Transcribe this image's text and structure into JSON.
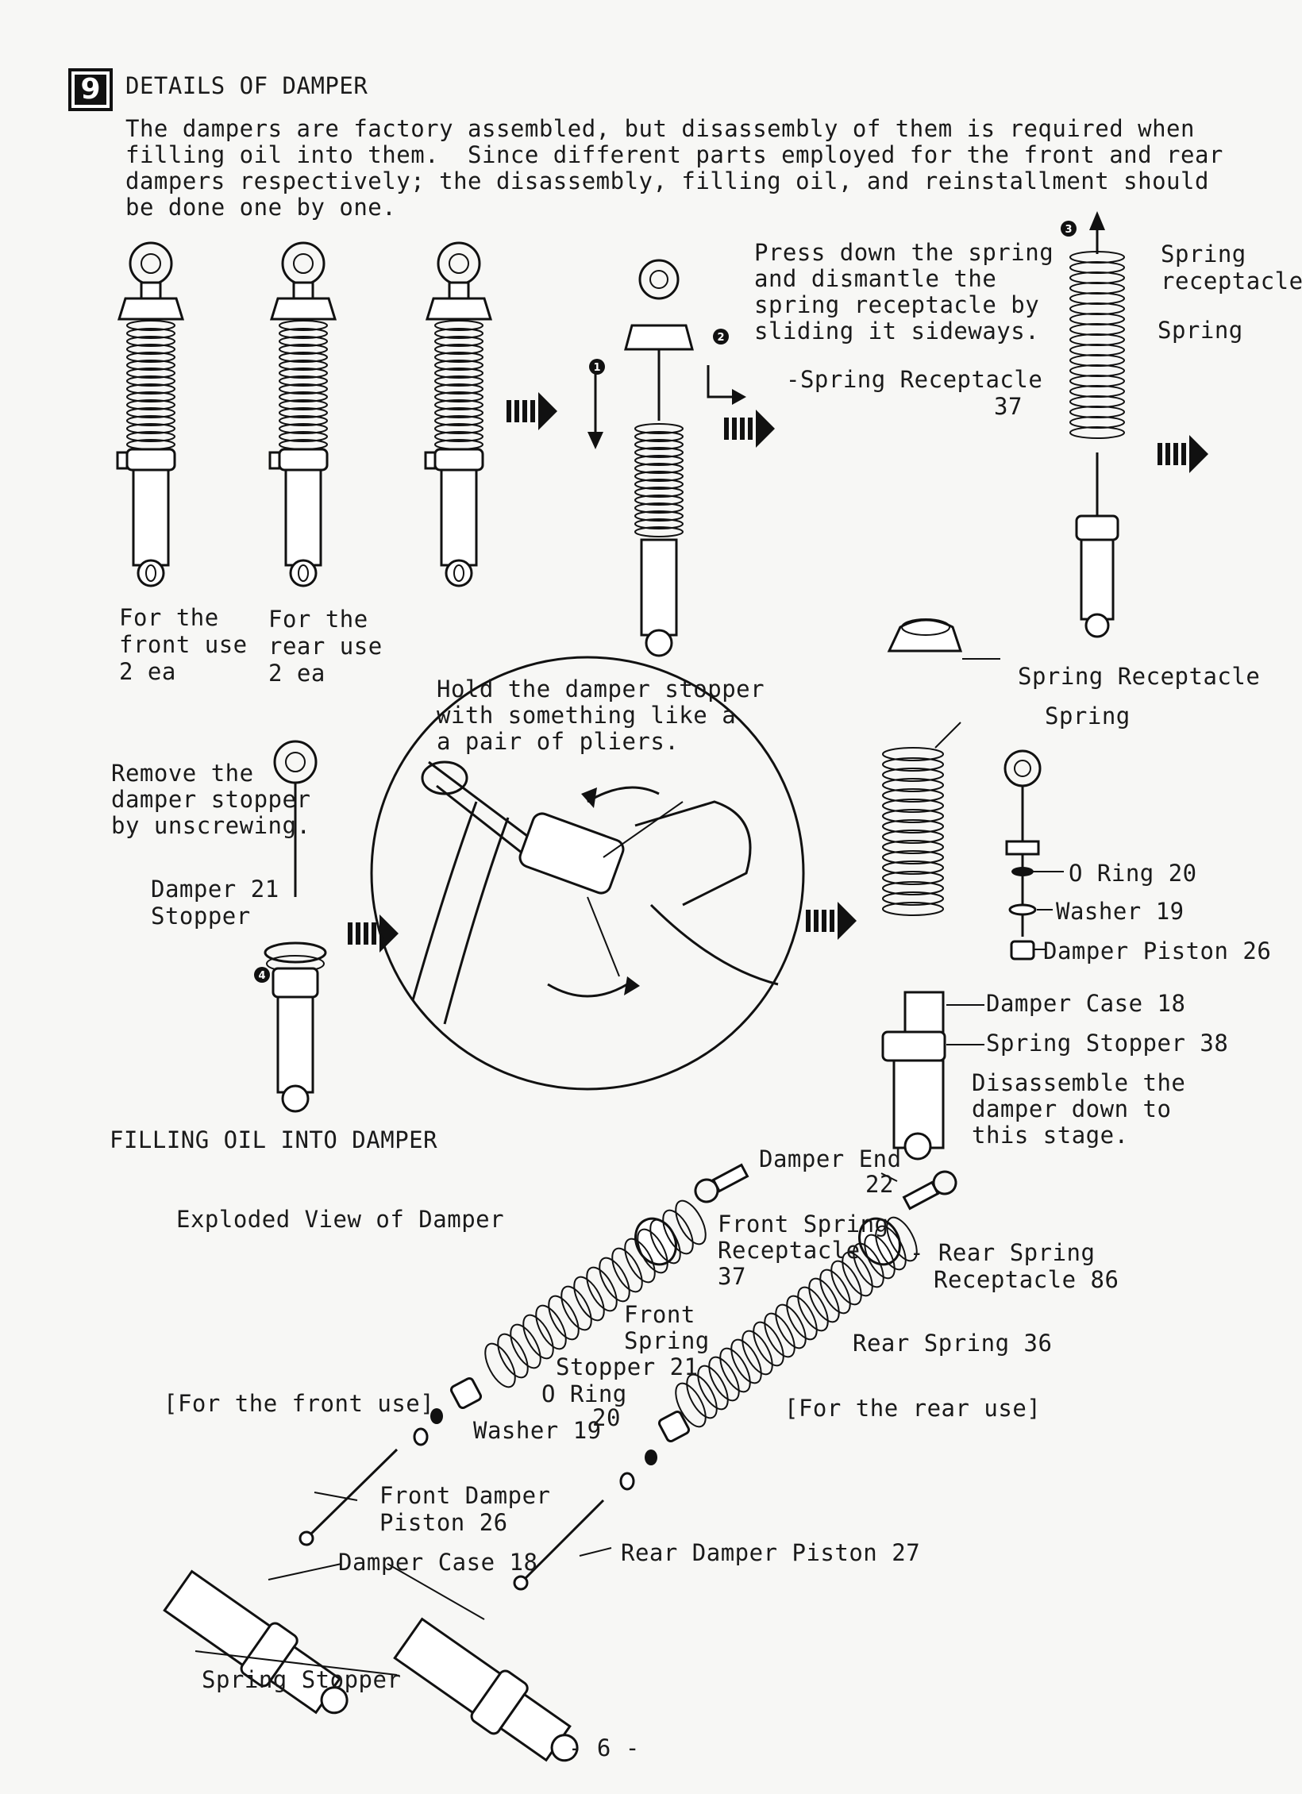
{
  "section": {
    "number": "9",
    "title": "DETAILS OF DAMPER",
    "intro": [
      "The dampers are factory assembled, but disassembly of them is required when",
      "filling oil into them.  Since different parts employed for the front and rear",
      "dampers respectively; the disassembly, filling oil, and reinstallment should",
      "be done one by one."
    ]
  },
  "top_row": {
    "front_label": [
      "For the",
      "front use",
      "2 ea"
    ],
    "rear_label": [
      "For the",
      "rear use",
      "2 ea"
    ],
    "press_note": [
      "Press down the spring",
      "and dismantle the",
      "spring receptacle by",
      "sliding it sideways."
    ],
    "spring_receptacle_label": "Spring Receptacle",
    "spring_receptacle_num": "37",
    "step1": "1",
    "step2": "2",
    "step3": "3",
    "right_labels": [
      "Spring",
      "receptacle."
    ],
    "right_spring": "Spring"
  },
  "middle": {
    "remove_note": [
      "Remove the",
      "damper stopper",
      "by unscrewing."
    ],
    "damper_stopper": [
      "Damper",
      "Stopper"
    ],
    "damper_stopper_num": "21",
    "step4": "4",
    "hold_note": [
      "Hold the damper stopper",
      "with something like a",
      "a pair of pliers."
    ]
  },
  "disassembled": {
    "spring_receptacle": "Spring Receptacle",
    "spring": "Spring",
    "o_ring": "O Ring 20",
    "washer": "Washer 19",
    "damper_piston": "Damper Piston 26",
    "damper_case": "Damper Case 18",
    "spring_stopper": "Spring Stopper 38",
    "note": [
      "Disassemble the",
      "damper down to",
      "this stage."
    ]
  },
  "filling_heading": "FILLING OIL INTO DAMPER",
  "exploded": {
    "heading": "Exploded View of Damper",
    "damper_end": [
      "Damper End",
      "22"
    ],
    "front_spring_receptacle": [
      "Front Spring",
      "Receptacle",
      "37"
    ],
    "rear_spring_receptacle": [
      "Rear Spring",
      "Receptacle 86"
    ],
    "front_spring": [
      "Front",
      "Spring"
    ],
    "rear_spring": "Rear Spring 36",
    "stopper": "Stopper 21",
    "o_ring": [
      "O Ring",
      "20"
    ],
    "washer": "Washer 19",
    "front_use": "[For the front use]",
    "rear_use": "[For the rear use]",
    "front_damper_piston": [
      "Front Damper",
      "Piston 26"
    ],
    "damper_case": "Damper Case 18",
    "rear_damper_piston": "Rear Damper Piston 27",
    "spring_stopper": "Spring Stopper"
  },
  "page_number": "- 6 -"
}
